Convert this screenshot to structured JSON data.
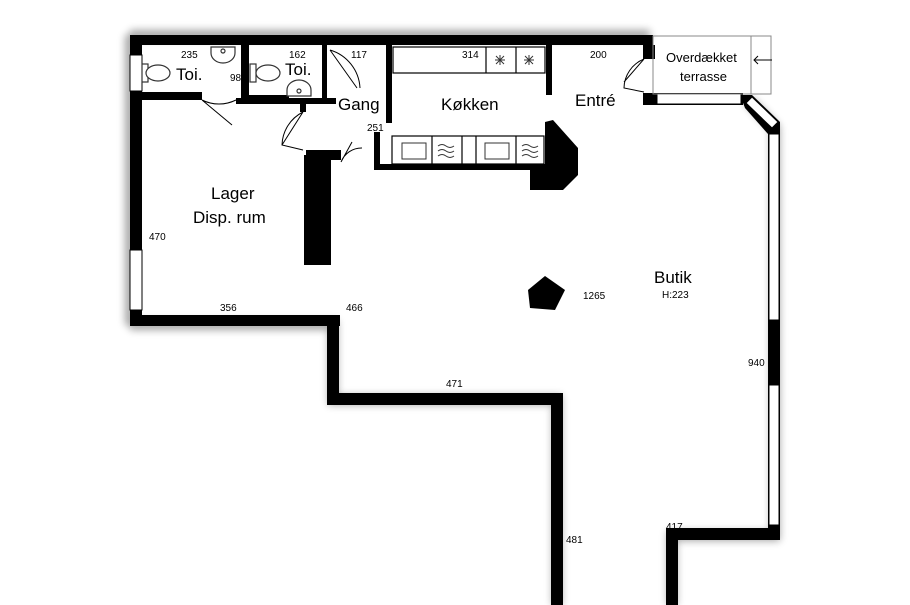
{
  "rooms": {
    "toilet1": "Toi.",
    "toilet2": "Toi.",
    "gang": "Gang",
    "kokken": "Køkken",
    "entre": "Entré",
    "terrasse_line1": "Overdækket",
    "terrasse_line2": "terrasse",
    "lager_line1": "Lager",
    "lager_line2": "Disp. rum",
    "butik": "Butik",
    "butik_height": "H:223"
  },
  "dimensions": {
    "toilet1_width": "235",
    "toilet1_depth": "98",
    "toilet2_width": "162",
    "gang_width": "117",
    "kokken_width": "314",
    "entre_width": "200",
    "gang_length": "251",
    "lager_depth": "470",
    "lager_width": "356",
    "wall_466": "466",
    "wall_471": "471",
    "butik_length": "1265",
    "butik_depth": "940",
    "wall_481": "481",
    "wall_417": "417"
  },
  "colors": {
    "wall": "#000000",
    "background": "#ffffff",
    "fixture_stroke": "#333333",
    "window": "#ffffff"
  }
}
